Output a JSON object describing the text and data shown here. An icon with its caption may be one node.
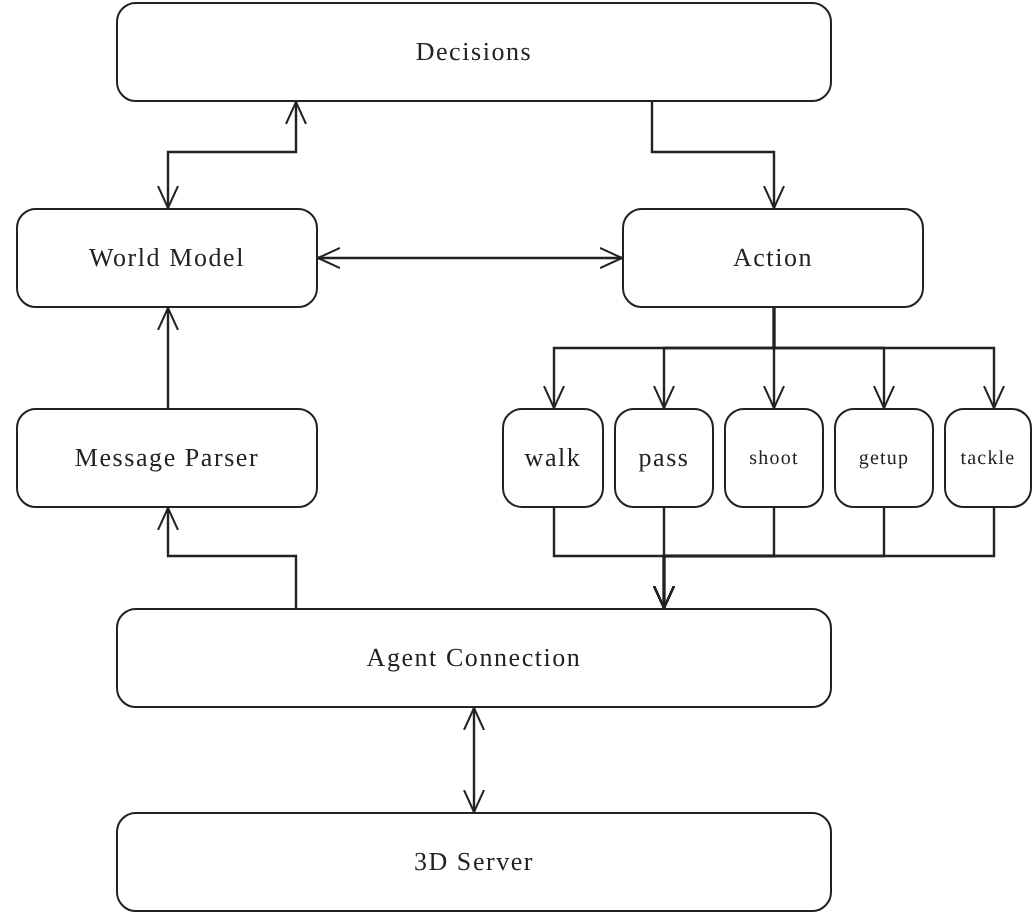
{
  "diagram": {
    "nodes": [
      {
        "text": [
          "Decisions"
        ]
      },
      {
        "text": [
          "World Model"
        ]
      },
      {
        "text": [
          "Action"
        ]
      },
      {
        "text": [
          "Message Parser"
        ]
      },
      {
        "text": [
          "walk"
        ]
      },
      {
        "text": [
          "pass"
        ]
      },
      {
        "text": [
          "shoot"
        ]
      },
      {
        "text": [
          "getup"
        ]
      },
      {
        "text": [
          "tackle"
        ]
      },
      {
        "text": [
          "Agent Connection"
        ]
      },
      {
        "text": [
          "3D Server"
        ]
      }
    ],
    "edges": [
      {
        "from": 0,
        "to": 1,
        "arrow": "both"
      },
      {
        "from": 0,
        "to": 2,
        "arrow": "to"
      },
      {
        "from": 1,
        "to": 2,
        "arrow": "both"
      },
      {
        "from": 3,
        "to": 1,
        "arrow": "to"
      },
      {
        "from": 2,
        "to": 4,
        "arrow": "to"
      },
      {
        "from": 2,
        "to": 5,
        "arrow": "to"
      },
      {
        "from": 2,
        "to": 6,
        "arrow": "to"
      },
      {
        "from": 2,
        "to": 7,
        "arrow": "to"
      },
      {
        "from": 2,
        "to": 8,
        "arrow": "to"
      },
      {
        "from": 4,
        "to": 9,
        "arrow": "to"
      },
      {
        "from": 5,
        "to": 9,
        "arrow": "to"
      },
      {
        "from": 6,
        "to": 9,
        "arrow": "to"
      },
      {
        "from": 7,
        "to": 9,
        "arrow": "to"
      },
      {
        "from": 8,
        "to": 9,
        "arrow": "to"
      },
      {
        "from": 9,
        "to": 3,
        "arrow": "to"
      },
      {
        "from": 9,
        "to": 10,
        "arrow": "both"
      }
    ]
  }
}
